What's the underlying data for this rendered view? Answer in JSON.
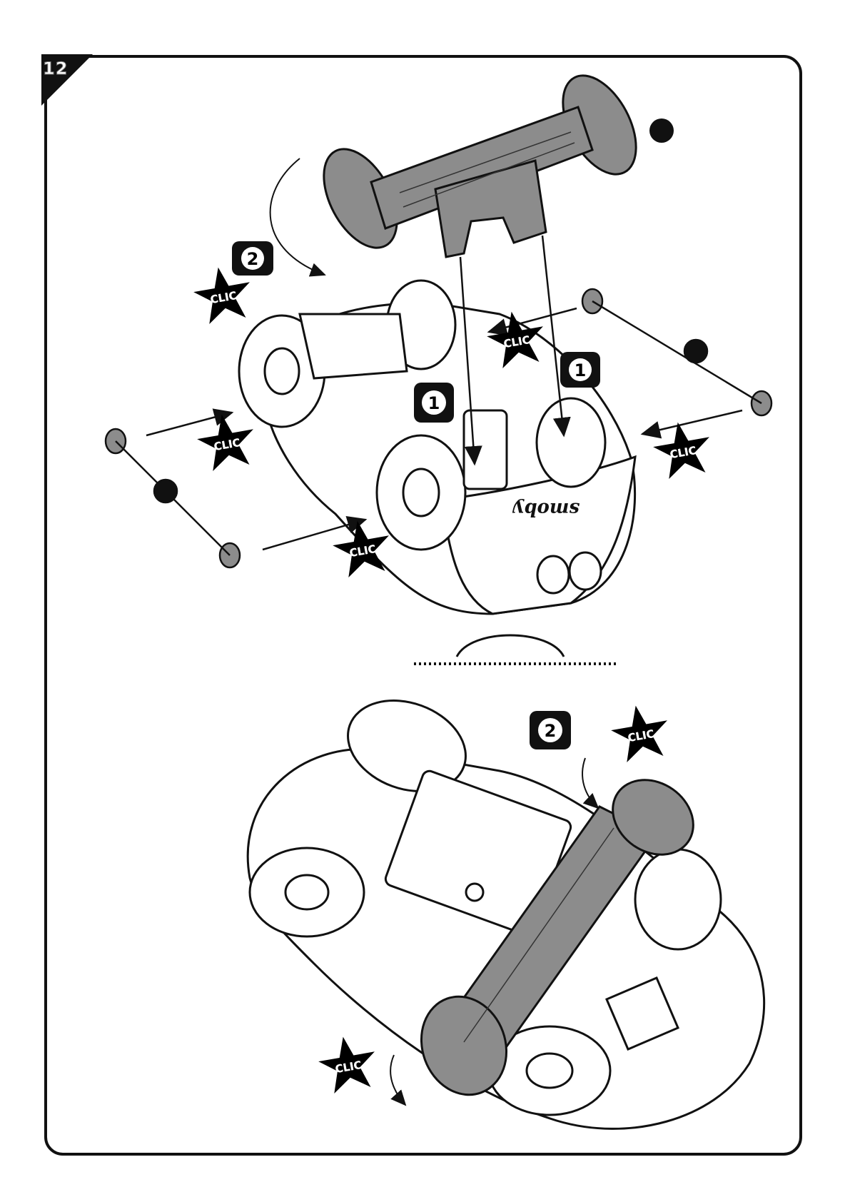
{
  "page": {
    "step_number": "12"
  },
  "labels": {
    "clic": "CLIC",
    "step_1": "1",
    "step_2": "2",
    "brand": "smoby"
  },
  "colors": {
    "outline": "#111111",
    "part_grey": "#8c8c8c",
    "star": "#000000",
    "paper": "#ffffff"
  },
  "icons": [
    "clic-star-icon",
    "step-badge-icon",
    "arrow-icon",
    "hub-cap-icon",
    "dot-marker-icon"
  ]
}
